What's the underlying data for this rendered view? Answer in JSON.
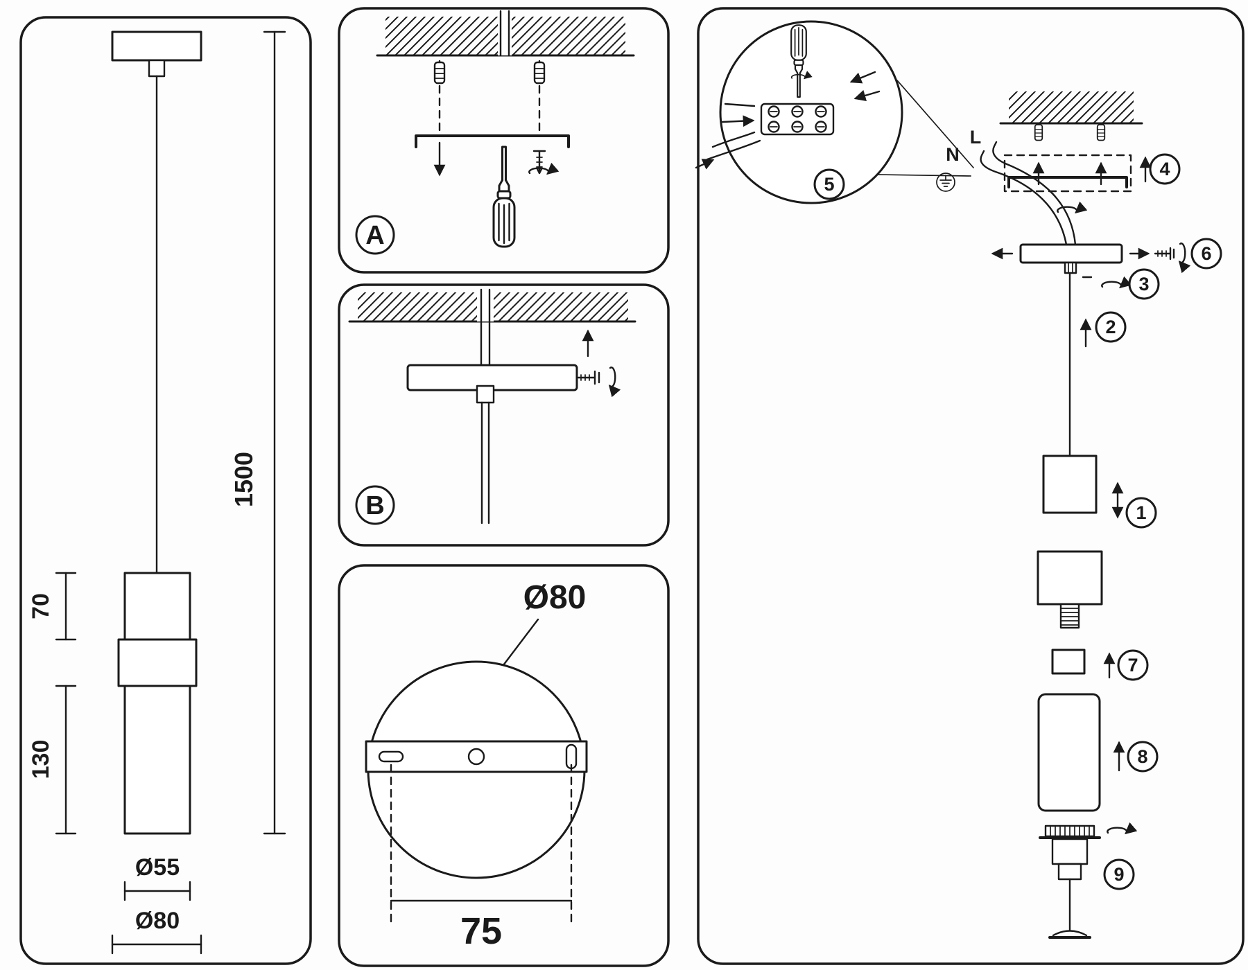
{
  "left_view": {
    "dim_total_drop": "1500",
    "dim_upper_body": "70",
    "dim_lower_body": "130",
    "dim_body_diameter": "Ø55",
    "dim_canopy_diameter": "Ø80"
  },
  "detail_a": {
    "label": "A"
  },
  "detail_b": {
    "label": "B"
  },
  "canopy_view": {
    "dim_diameter": "Ø80",
    "dim_hole_spacing": "75"
  },
  "assembly": {
    "wire_neutral_label": "N",
    "wire_live_label": "L",
    "steps": [
      "1",
      "2",
      "3",
      "4",
      "5",
      "6",
      "7",
      "8",
      "9"
    ]
  }
}
